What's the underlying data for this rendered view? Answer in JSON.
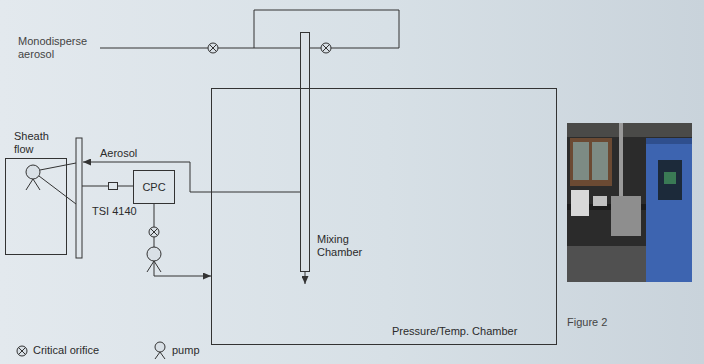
{
  "diagram": {
    "caption": "Figure 2",
    "nodes": [
      {
        "text": [
          "Mixing Chamber"
        ]
      },
      {
        "text": [
          "Sheath flow"
        ]
      },
      {
        "text": [
          "CPC"
        ]
      },
      {
        "text": [
          "TSI 4140"
        ]
      },
      {
        "text": [
          "Pressure/Temp. Chamber"
        ]
      }
    ],
    "edges": [
      {
        "from": 3,
        "to": 2,
        "arrow": "none"
      },
      {
        "from": 2,
        "to": 4,
        "arrow": "to"
      }
    ],
    "labels": [
      "Monodisperse aerosol",
      "Aerosol"
    ],
    "legend": [
      {
        "text": "Critical orifice"
      },
      {
        "text": "pump"
      }
    ]
  }
}
